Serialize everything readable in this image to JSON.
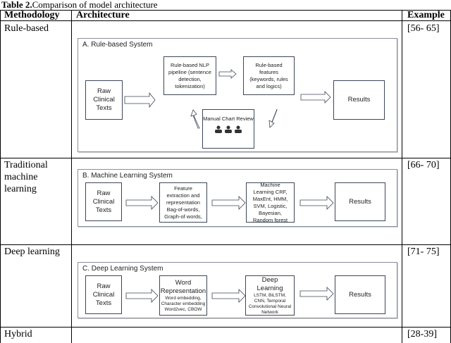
{
  "caption": {
    "label": "Table 2.",
    "text": "Comparison of model architecture"
  },
  "headers": [
    "Methodology",
    "Architecture",
    "Example"
  ],
  "rows": [
    {
      "methodology": "Rule-based",
      "example": "[56- 65]"
    },
    {
      "methodology": "Traditional machine learning",
      "example": "[66- 70]"
    },
    {
      "methodology": "Deep learning",
      "example": "[71- 75]"
    },
    {
      "methodology": "Hybrid",
      "example": "[28-39]"
    }
  ],
  "diagrams": {
    "a": {
      "title": "A. Rule-based System",
      "raw": "Raw Clinical Texts",
      "pipeline": "Rule-based NLP pipeline (sentence detection, tokenization)",
      "features": "Rule-based features (keywords, rules and logics)",
      "review": "Manual Chart Review",
      "results": "Results"
    },
    "b": {
      "title": "B. Machine Learning System",
      "raw": "Raw Clinical Texts",
      "feature": "Feature extraction and representation Bag-of-words, Graph-of words,",
      "ml": "Machine Learning CRF, MaxEnt, HMM, SVM, Logistic, Bayesian, Random forest",
      "results": "Results"
    },
    "c": {
      "title": "C. Deep Learning System",
      "raw": "Raw Clinical Texts",
      "wr_title": "Word Representation",
      "wr_text": "Word embedding, Character embedding Word2vec, CBOW",
      "dl_title": "Deep Learning",
      "dl_text": "LSTM, BiLSTM, CNN, Temporal Convolutional Neural Network",
      "results": "Results"
    }
  },
  "icons": [
    "arrow-right-icon",
    "person-icon"
  ]
}
